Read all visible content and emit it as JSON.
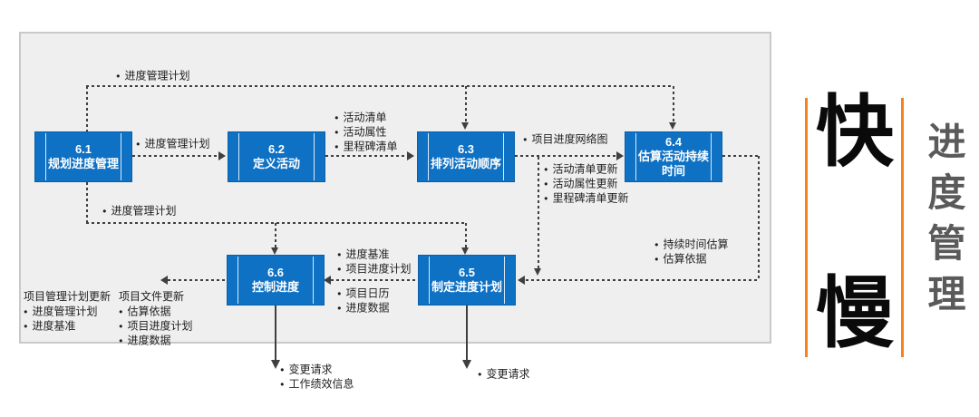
{
  "colors": {
    "box_blue": "#0E71C4",
    "line_gray": "#3F3F3F",
    "accent_orange": "#F5821F",
    "panel_gray": "#EFEFEF"
  },
  "diagram": {
    "boxes": {
      "b61": {
        "number": "6.1",
        "name": "规划进度管理"
      },
      "b62": {
        "number": "6.2",
        "name": "定义活动"
      },
      "b63": {
        "number": "6.3",
        "name": "排列活动顺序"
      },
      "b64": {
        "number": "6.4",
        "name": "估算活动持续时间"
      },
      "b65": {
        "number": "6.5",
        "name": "制定进度计划"
      },
      "b66": {
        "number": "6.6",
        "name": "控制进度"
      }
    },
    "labels": {
      "plan_top": "进度管理计划",
      "plan_61_62": "进度管理计划",
      "out_62": [
        "活动清单",
        "活动属性",
        "里程碑清单"
      ],
      "out_63_right": "项目进度网络图",
      "out_63_down": [
        "活动清单更新",
        "活动属性更新",
        "里程碑清单更新"
      ],
      "plan_bottom": "进度管理计划",
      "out_64": [
        "持续时间估算",
        "估算依据"
      ],
      "in_65_above": [
        "进度基准",
        "项目进度计划"
      ],
      "in_65_below": [
        "项目日历",
        "进度数据"
      ],
      "updates_col1": {
        "heading": "项目管理计划更新",
        "items": [
          "进度管理计划",
          "进度基准"
        ]
      },
      "updates_col2": {
        "heading": "项目文件更新",
        "items": [
          "估算依据",
          "项目进度计划",
          "进度数据"
        ]
      },
      "out_66_bottom": [
        "变更请求",
        "工作绩效信息"
      ],
      "out_65_bottom": [
        "变更请求"
      ]
    }
  },
  "sidebar": {
    "fast": "快",
    "slow": "慢",
    "title_vertical": "进度管理"
  }
}
